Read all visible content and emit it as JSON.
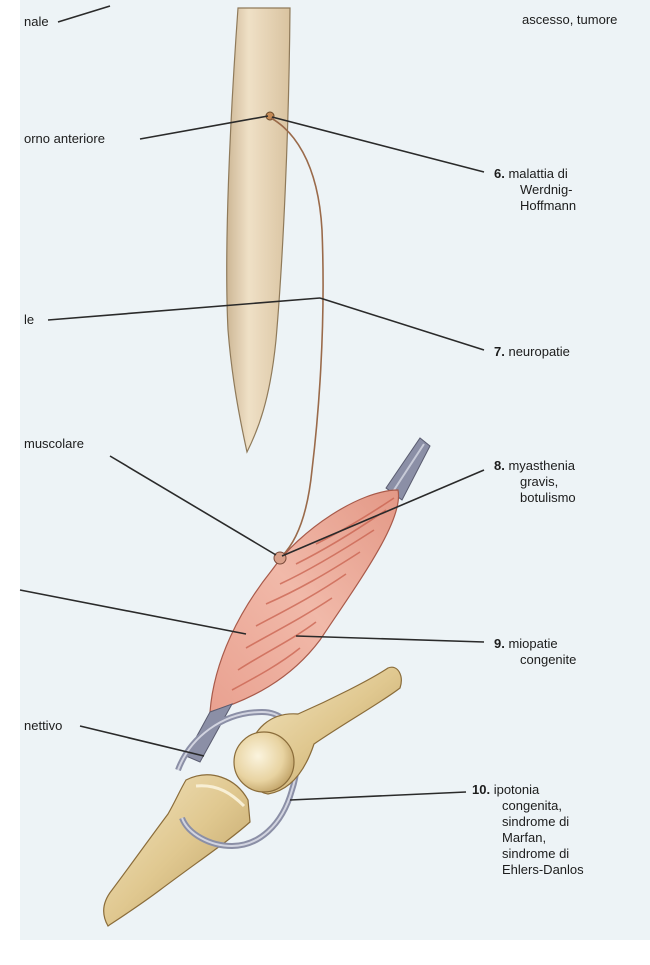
{
  "left_labels": [
    {
      "id": "l1",
      "text": "nale"
    },
    {
      "id": "l2",
      "text": "orno anteriore"
    },
    {
      "id": "l3",
      "text": "le"
    },
    {
      "id": "l4",
      "text": "muscolare"
    },
    {
      "id": "l5",
      "text": "nettivo"
    }
  ],
  "top_right": {
    "text": "ascesso, tumore"
  },
  "right_labels": [
    {
      "id": "r6",
      "number": "6.",
      "lines": [
        "malattia di",
        "Werdnig-",
        "Hoffmann"
      ]
    },
    {
      "id": "r7",
      "number": "7.",
      "lines": [
        "neuropatie"
      ]
    },
    {
      "id": "r8",
      "number": "8.",
      "lines": [
        "myasthenia",
        "gravis,",
        "botulismo"
      ]
    },
    {
      "id": "r9",
      "number": "9.",
      "lines": [
        "miopatie",
        "congenite"
      ]
    },
    {
      "id": "r10",
      "number": "10.",
      "lines": [
        "ipotonia",
        "congenita,",
        "sindrome di",
        "Marfan,",
        "sindrome di",
        "Ehlers-Danlos"
      ]
    }
  ],
  "colors": {
    "background": "#edf3f6",
    "spinal_cord": "#ead8bd",
    "muscle": "#e9a695",
    "muscle_stripe": "#c9624f",
    "bone": "#e4cf9d",
    "capsule": "#8b8fa6",
    "leader_line": "#2a2a2a"
  }
}
